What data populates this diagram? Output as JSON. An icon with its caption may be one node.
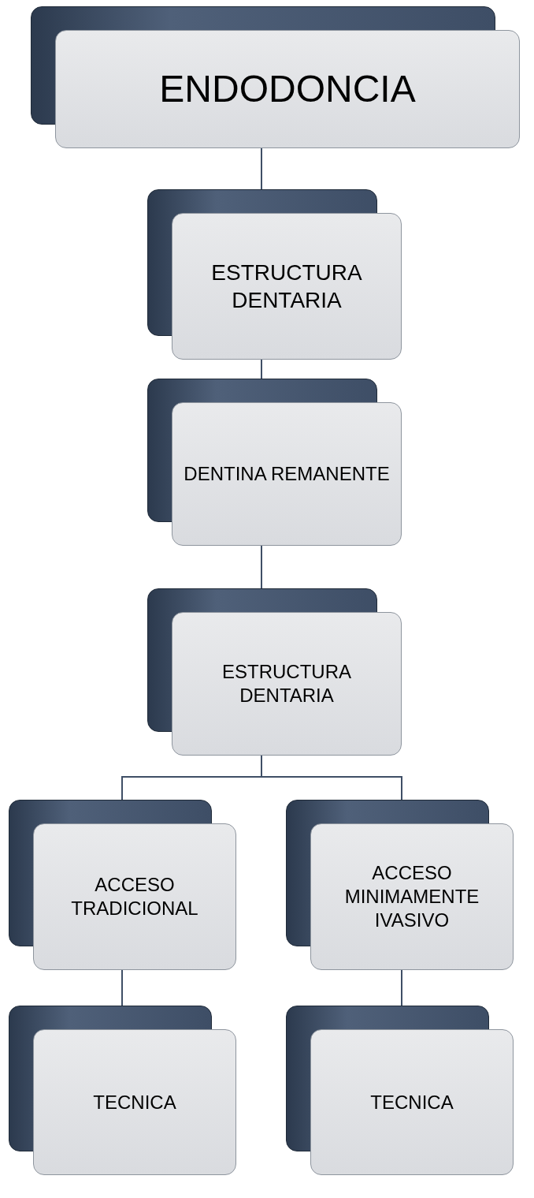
{
  "diagram": {
    "nodes": [
      {
        "text": [
          "ENDODONCIA"
        ]
      },
      {
        "text": [
          "ESTRUCTURA DENTARIA"
        ]
      },
      {
        "text": [
          "DENTINA REMANENTE"
        ]
      },
      {
        "text": [
          "ESTRUCTURA DENTARIA"
        ]
      },
      {
        "text": [
          "ACCESO TRADICIONAL"
        ]
      },
      {
        "text": [
          "ACCESO MINIMAMENTE IVASIVO"
        ]
      },
      {
        "text": [
          "TECNICA"
        ]
      },
      {
        "text": [
          "TECNICA"
        ]
      }
    ],
    "edges": [
      {
        "from": 0,
        "to": 1,
        "arrow": "none"
      },
      {
        "from": 1,
        "to": 2,
        "arrow": "none"
      },
      {
        "from": 2,
        "to": 3,
        "arrow": "none"
      },
      {
        "from": 3,
        "to": 4,
        "arrow": "none"
      },
      {
        "from": 3,
        "to": 5,
        "arrow": "none"
      },
      {
        "from": 4,
        "to": 6,
        "arrow": "none"
      },
      {
        "from": 5,
        "to": 7,
        "arrow": "none"
      }
    ]
  }
}
